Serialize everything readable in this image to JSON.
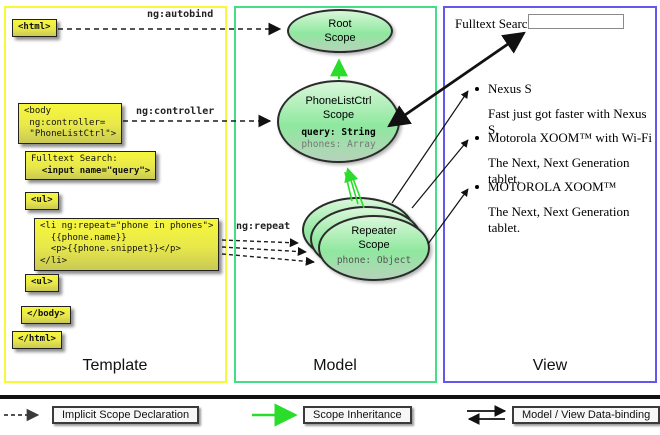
{
  "template_column": {
    "title": "Template",
    "boxes": {
      "html_open": "<html>",
      "body_open": "<body\n ng:controller=\n \"PhoneListCtrl\">",
      "fulltext_line1": "Fulltext Search:",
      "fulltext_line2": "  <input name=\"query\">",
      "ul_open": "<ul>",
      "li_block": "<li ng:repeat=\"phone in phones\">\n  {{phone.name}}\n  <p>{{phone.snippet}}</p>\n</li>",
      "ul_close": "<ul>",
      "body_close": "</body>",
      "html_close": "</html>"
    }
  },
  "connectors": {
    "autobind": "ng:autobind",
    "controller": "ng:controller",
    "repeat": "ng:repeat"
  },
  "model_column": {
    "title": "Model",
    "root_scope": {
      "line1": "Root",
      "line2": "Scope"
    },
    "phonelist_scope": {
      "line1": "PhoneListCtrl",
      "line2": "Scope",
      "prop1": "query: String",
      "prop2": "phones: Array"
    },
    "repeater_scope": {
      "line1": "Repeater",
      "line2": "Scope",
      "prop1": "phone: Object"
    }
  },
  "view_column": {
    "title": "View",
    "search_label": "Fulltext Search:",
    "search_value": "",
    "items": [
      {
        "title": "Nexus S",
        "desc": "Fast just got faster with Nexus S."
      },
      {
        "title": "Motorola XOOM™  with Wi-Fi",
        "desc": "The Next, Next Generation tablet."
      },
      {
        "title": "MOTOROLA XOOM™",
        "desc": "The Next, Next Generation tablet."
      }
    ]
  },
  "legend": {
    "implicit": "Implicit Scope Declaration",
    "inheritance": "Scope Inheritance",
    "binding": "Model / View Data-binding"
  },
  "colors": {
    "template_border": "#f8f83a",
    "model_border": "#44dd88",
    "view_border": "#6357ee",
    "inheritance_green": "#2bdd2b"
  }
}
